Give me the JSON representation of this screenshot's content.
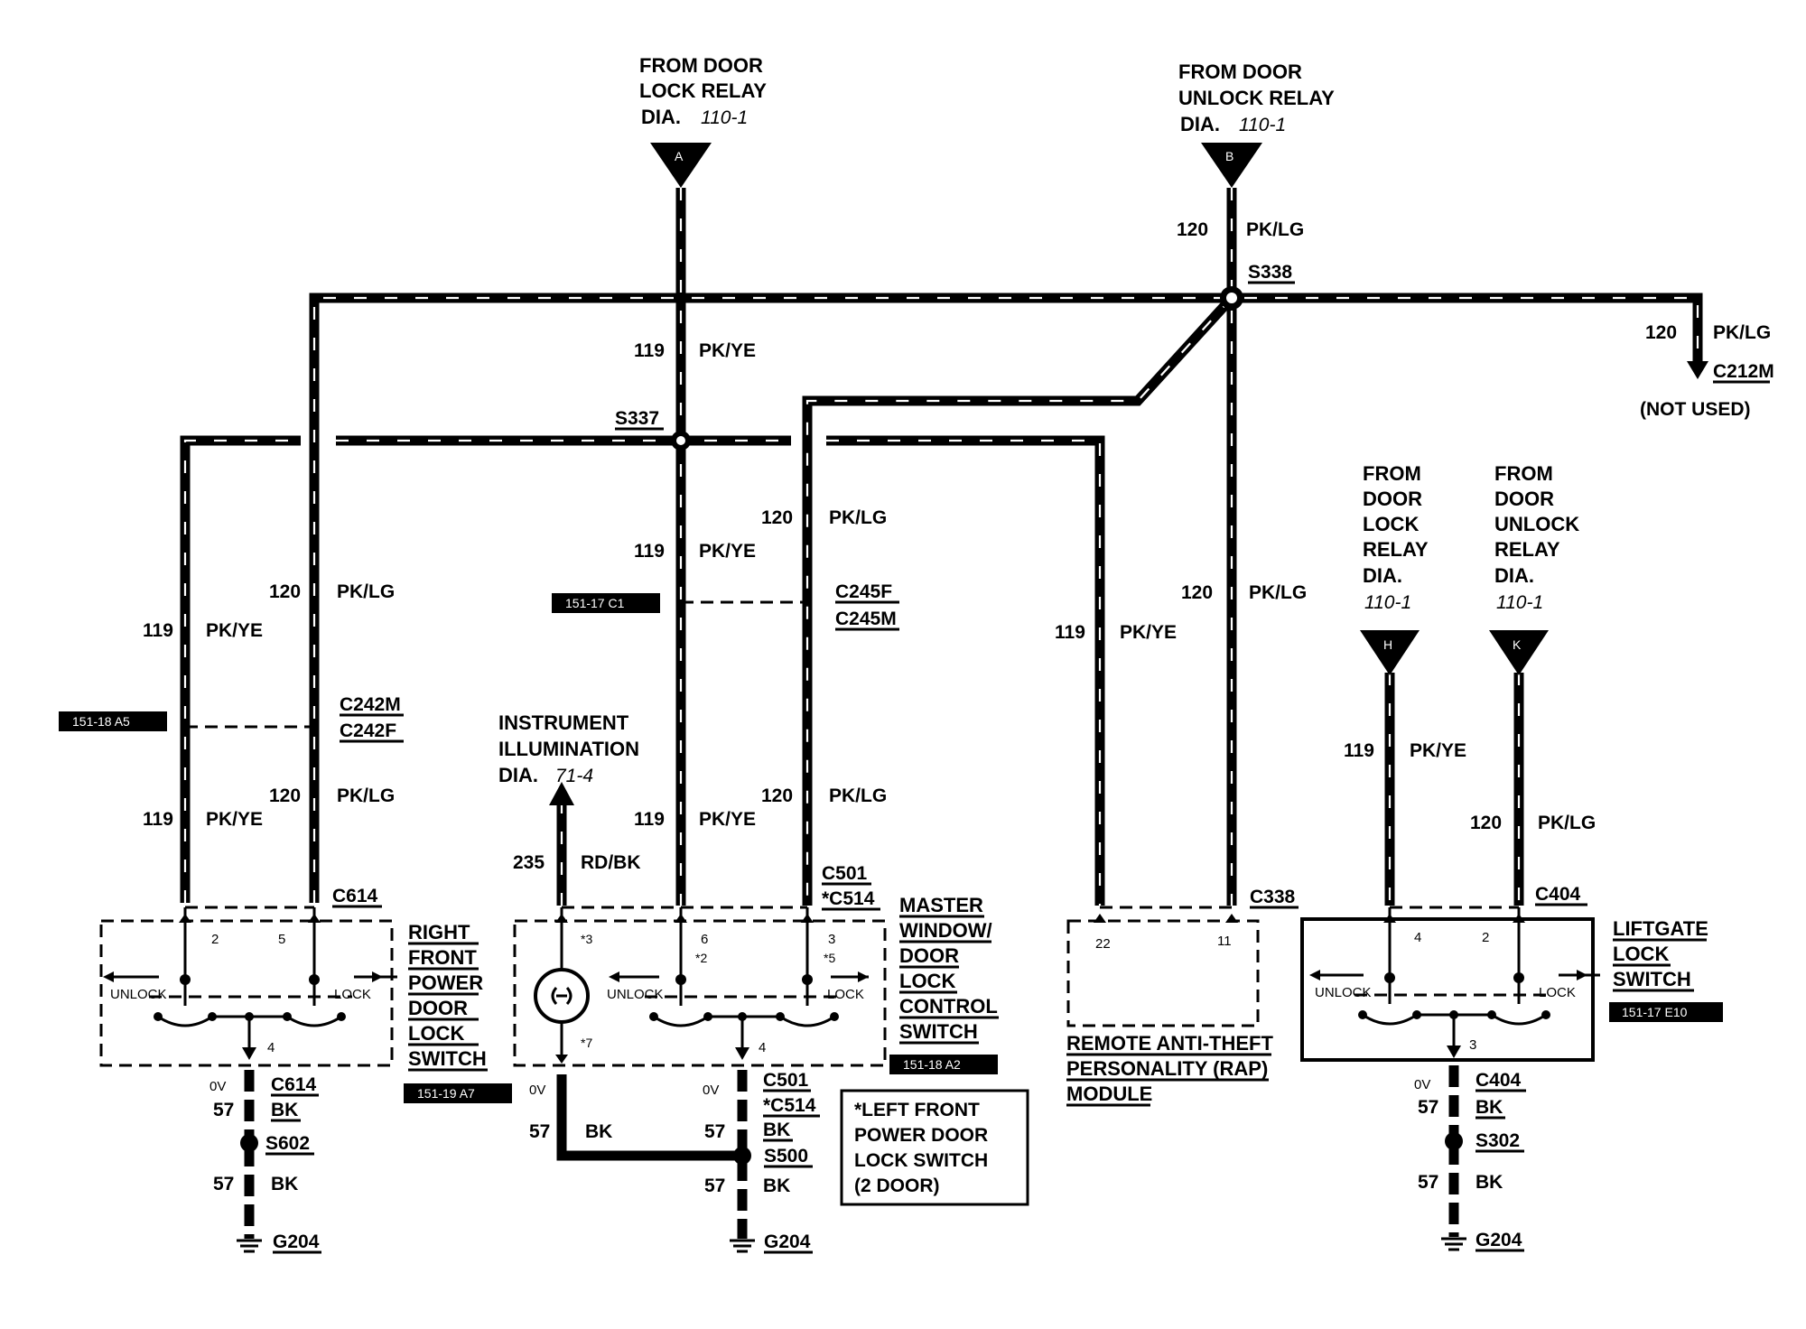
{
  "sources": {
    "a": {
      "letter": "A",
      "line1": "FROM DOOR",
      "line2": "LOCK RELAY",
      "dia": "DIA.",
      "ref": "110-1"
    },
    "b": {
      "letter": "B",
      "line1": "FROM DOOR",
      "line2": "UNLOCK RELAY",
      "dia": "DIA.",
      "ref": "110-1"
    },
    "h": {
      "letter": "H",
      "lines": [
        "FROM",
        "DOOR",
        "LOCK",
        "RELAY",
        "DIA."
      ],
      "ref": "110-1"
    },
    "k": {
      "letter": "K",
      "lines": [
        "FROM",
        "DOOR",
        "UNLOCK",
        "RELAY",
        "DIA."
      ],
      "ref": "110-1"
    }
  },
  "wires": {
    "c120": "120",
    "c119": "119",
    "c235": "235",
    "c57": "57",
    "pklg": "PK/LG",
    "pkye": "PK/YE",
    "rdbk": "RD/BK",
    "bk": "BK",
    "ov": "0V"
  },
  "splices": {
    "s338": "S338",
    "s337": "S337",
    "s602": "S602",
    "s500": "S500",
    "s302": "S302"
  },
  "connectors": {
    "c212m": "C212M",
    "not_used": "(NOT USED)",
    "c245f": "C245F",
    "c245m": "C245M",
    "c242m": "C242M",
    "c242f": "C242F",
    "c614": "C614",
    "c501": "C501",
    "c514": "*C514",
    "c338": "C338",
    "c404": "C404"
  },
  "grounds": {
    "g204": "G204"
  },
  "tags": {
    "t1": "151-17 C1",
    "t2": "151-18 A5",
    "t3": "151-19 A7",
    "t4": "151-18 A2",
    "t5": "151-17 E10"
  },
  "instrument": {
    "line1": "INSTRUMENT",
    "line2": "ILLUMINATION",
    "dia": "DIA.",
    "ref": "71-4"
  },
  "components": {
    "right_switch": [
      "RIGHT",
      "FRONT",
      "POWER",
      "DOOR",
      "LOCK",
      "SWITCH"
    ],
    "master_switch": [
      "MASTER",
      "WINDOW/",
      "DOOR",
      "LOCK",
      "CONTROL",
      "SWITCH"
    ],
    "rap": [
      "REMOTE ANTI-THEFT",
      "PERSONALITY (RAP)",
      "MODULE"
    ],
    "liftgate": [
      "LIFTGATE",
      "LOCK",
      "SWITCH"
    ]
  },
  "switch_text": {
    "unlock": "UNLOCK",
    "lock": "LOCK"
  },
  "pins": {
    "p2": "2",
    "p5": "5",
    "p4": "4",
    "p3": "3",
    "p11": "11",
    "p22": "22",
    "m3": "*3",
    "m6": "6",
    "m2": "*2",
    "m5": "*5",
    "m7": "*7"
  },
  "note": [
    "*LEFT FRONT",
    "POWER DOOR",
    "LOCK SWITCH",
    "(2 DOOR)"
  ]
}
